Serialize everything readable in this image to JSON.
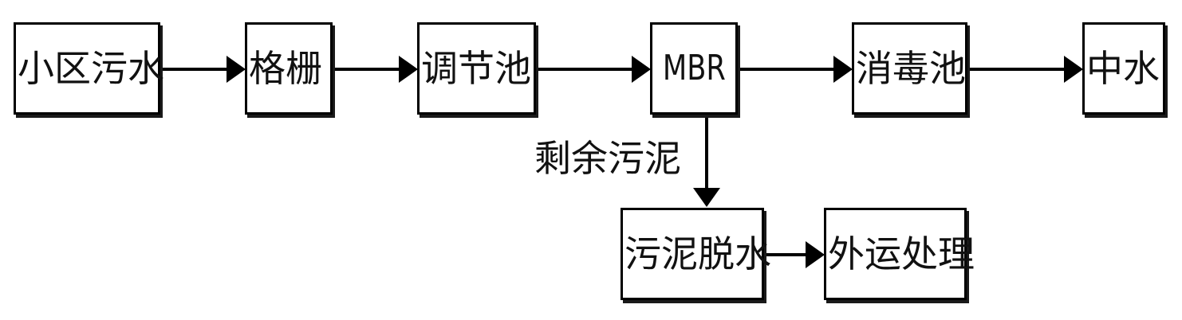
{
  "diagram": {
    "nodes": {
      "community_sewage": "小区污水",
      "grille": "格栅",
      "regulating_tank": "调节池",
      "mbr": "MBR",
      "disinfection_tank": "消毒池",
      "reclaimed_water": "中水",
      "sludge_dewatering": "污泥脱水",
      "external_disposal": "外运处理"
    },
    "edge_labels": {
      "excess_sludge": "剩余污泥"
    }
  }
}
